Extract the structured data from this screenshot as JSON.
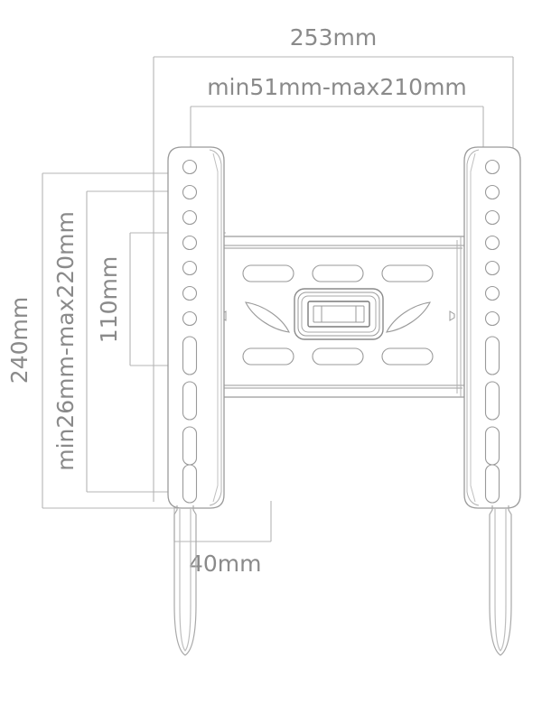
{
  "drawing": {
    "title": "TV wall mount bracket technical drawing",
    "type": "line-diagram",
    "background_color": "#ffffff",
    "line_color": "#9a9a9a",
    "line_color_dark": "#6f6f6f",
    "text_color": "#8a8a8a"
  },
  "dimensions": {
    "overall_width": "253mm",
    "hole_pattern_width": "min51mm-max210mm",
    "overall_height": "240mm",
    "hole_pattern_height": "min26mm-max220mm",
    "plate_height": "110mm",
    "cord_length": "40mm"
  },
  "labels": {
    "width_253": "253mm",
    "width_range": "min51mm-max210mm",
    "height_240": "240mm",
    "height_range": "min26mm-max220mm",
    "plate_110": "110mm",
    "depth_40": "40mm"
  },
  "parts": {
    "left_rail": {
      "name": "left-vertical-rail",
      "round_holes": 7,
      "slots": 4
    },
    "right_rail": {
      "name": "right-vertical-rail",
      "round_holes": 7,
      "slots": 4
    },
    "center_plate": {
      "name": "horizontal-center-plate",
      "top_slots": 3,
      "bottom_slots": 3,
      "leaf_cutouts": 2,
      "center_boss": 1
    },
    "cords": {
      "name": "pull-cords",
      "count": 2
    }
  }
}
